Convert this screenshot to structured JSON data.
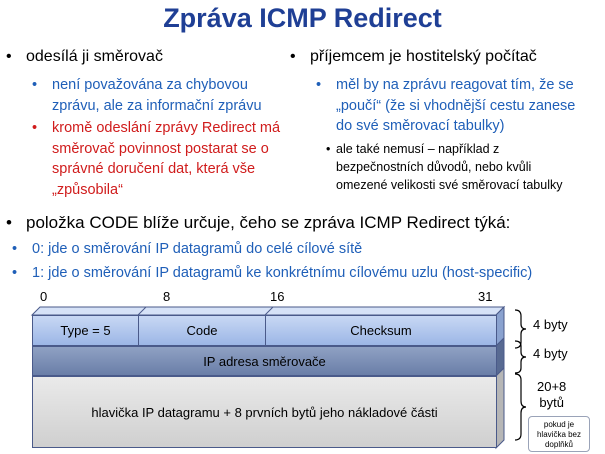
{
  "title": "Zpráva ICMP Redirect",
  "left": {
    "heading": "odesílá ji směrovač",
    "sub1": [
      "není považována za chybovou",
      "zprávu, ale za informační zprávu"
    ],
    "sub2": [
      "kromě odeslání zprávy Redirect má",
      "směrovač povinnost postarat se o",
      "správné doručení dat, která vše",
      "„způsobila“"
    ]
  },
  "right": {
    "heading": "příjemcem je hostitelský počítač",
    "sub1": [
      "měl by na zprávu reagovat tím, že se",
      "„poučí“ (že si vhodnější cestu zanese",
      "do své směrovací tabulky)"
    ],
    "sub2": [
      "ale také nemusí – například z",
      "bezpečnostních důvodů, nebo kvůli",
      "omezené velikosti své směrovací tabulky"
    ]
  },
  "code": {
    "heading": "položka CODE blíže určuje, čeho se zpráva ICMP Redirect týká:",
    "items": [
      "0: jde o směrování IP datagramů do celé cílové sítě",
      "1: jde o směrování IP datagramů ke konkrétnímu cílovému uzlu (host-specific)"
    ]
  },
  "bits": [
    "0",
    "8",
    "16",
    "31"
  ],
  "fields": {
    "type": "Type = 5",
    "code": "Code",
    "checksum": "Checksum",
    "ip": "IP adresa směrovače",
    "header": "hlavička IP datagramu + 8 prvních bytů jeho nákladové části"
  },
  "sizes": {
    "row1": "4 byty",
    "row2": "4 byty",
    "row3a": "20+8",
    "row3b": "bytů",
    "note": [
      "pokud je",
      "hlavička bez",
      "doplňků"
    ]
  },
  "colors": {
    "title": "#1f3f95",
    "blue_text": "#1f5fb8",
    "red_text": "#d01c1c",
    "row1_face": "#aec4ec",
    "row2_face": "#7b8fb8",
    "row3_face": "#dcdcdc"
  }
}
